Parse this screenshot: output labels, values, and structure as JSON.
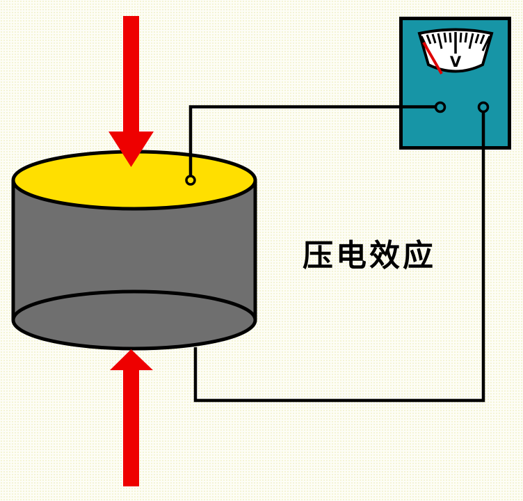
{
  "title": "压电效应",
  "voltmeter": {
    "unit_label": "V",
    "needle_position": "left-of-scale",
    "tick_count": 13
  },
  "crystal": {
    "shape": "cylinder",
    "top_electrode_color_name": "yellow",
    "body_color_name": "gray"
  },
  "forces": {
    "top_arrow_direction": "down",
    "bottom_arrow_direction": "up"
  },
  "icons": {
    "top_force": "arrow-down-icon",
    "bottom_force": "arrow-up-icon",
    "meter": "voltmeter-dial-icon"
  },
  "colors": {
    "background": "#fdfdf6",
    "crystal_body": "#6f6f6f",
    "crystal_electrode": "#ffdf00",
    "force_arrow": "#ee0000",
    "meter_box": "#1795a6",
    "meter_face": "#ffffff",
    "needle": "#dd0000",
    "wire": "#000000",
    "text": "#000000"
  }
}
